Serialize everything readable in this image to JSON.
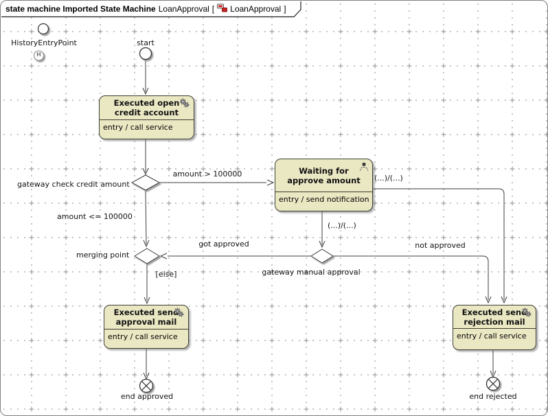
{
  "tab": {
    "kind_label": "state machine Imported State Machine",
    "name": "LoanApproval",
    "open_bracket": "[",
    "ref_name": "LoanApproval",
    "close_bracket": "]"
  },
  "nodes": {
    "history": {
      "label": "HistoryEntryPoint",
      "symbol": "H"
    },
    "start": {
      "label": "start"
    },
    "open_credit": {
      "title_line1": "Executed open",
      "title_line2": "credit account",
      "entry": "entry / call service",
      "icon": "gears-icon"
    },
    "waiting": {
      "title_line1": "Waiting for",
      "title_line2": "approve amount",
      "entry": "entry / send notification",
      "icon": "person-icon"
    },
    "approval_mail": {
      "title_line1": "Executed send",
      "title_line2": "approval mail",
      "entry": "entry / call service",
      "icon": "gears-icon"
    },
    "rejection_mail": {
      "title_line1": "Executed send",
      "title_line2": "rejection mail",
      "entry": "entry / call service",
      "icon": "gears-icon"
    },
    "gateway_check": {
      "label": "gateway check credit amount"
    },
    "gateway_manual": {
      "label": "gateway manual approval"
    },
    "merge": {
      "label": "merging point"
    },
    "end_approved": {
      "label": "end approved"
    },
    "end_rejected": {
      "label": "end rejected"
    }
  },
  "transitions": {
    "amount_gt": {
      "label": "amount > 100000"
    },
    "amount_le": {
      "label": "amount <= 100000"
    },
    "waiting_reject": {
      "label": "(...)/(...)"
    },
    "waiting_manual": {
      "label": "(...)/(...)"
    },
    "got_approved": {
      "label": "got approved"
    },
    "not_approved": {
      "label": "not approved"
    },
    "else_branch": {
      "label": "[else]"
    }
  },
  "colors": {
    "state_fill": "#eae7c3",
    "state_border": "#3e3e32",
    "line": "#3c3c3c",
    "grid_dot": "#999999",
    "frame_border": "#7f7f7f",
    "tab_icon_red": "#cc2222"
  }
}
